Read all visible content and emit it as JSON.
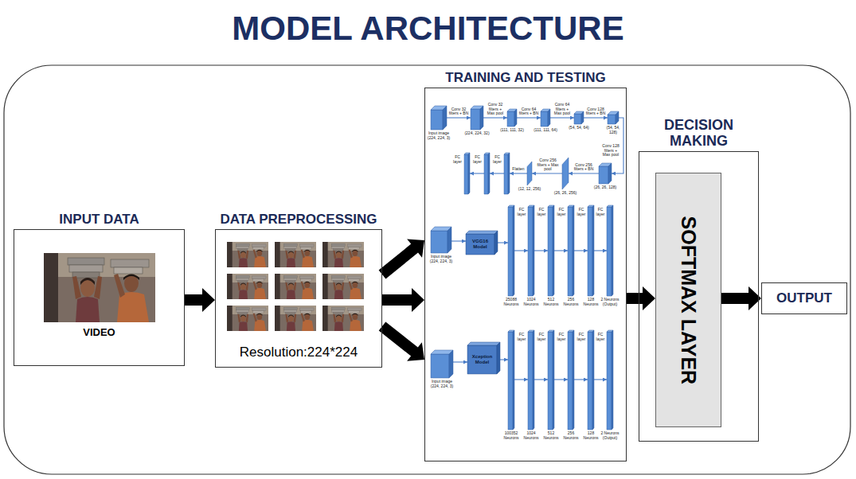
{
  "diagram": {
    "title": "MODEL ARCHITECTURE",
    "nodes": [
      {
        "text": [
          "INPUT DATA",
          "VIDEO"
        ]
      },
      {
        "text": [
          "DATA PREPROCESSING",
          "Resolution:224*224"
        ]
      },
      {
        "text": [
          "TRAINING AND TESTING"
        ]
      },
      {
        "text": [
          "Input image (224, 224, 3)"
        ],
        "in": 2
      },
      {
        "text": [
          "(224, 224, 32)"
        ],
        "in": 2
      },
      {
        "text": [
          "(111, 111, 32)"
        ],
        "in": 2
      },
      {
        "text": [
          "(111, 111, 64)"
        ],
        "in": 2
      },
      {
        "text": [
          "(54, 54, 64)"
        ],
        "in": 2
      },
      {
        "text": [
          "(54, 54, 128)"
        ],
        "in": 2
      },
      {
        "text": [
          "(26, 26, 128)"
        ],
        "in": 2
      },
      {
        "text": [
          "(26, 26, 256)"
        ],
        "in": 2
      },
      {
        "text": [
          "(12, 12, 256)"
        ],
        "in": 2
      },
      {
        "text": [
          "FC layer"
        ],
        "in": 2
      },
      {
        "text": [
          "FC layer"
        ],
        "in": 2
      },
      {
        "text": [
          "FC layer"
        ],
        "in": 2
      },
      {
        "text": [
          "Input image (224, 224, 3)"
        ],
        "in": 2
      },
      {
        "text": [
          "VGG16 Model"
        ],
        "in": 2
      },
      {
        "text": [
          "25088 Neurons"
        ],
        "in": 2
      },
      {
        "text": [
          "FC layer",
          "1024 Neurons"
        ],
        "in": 2
      },
      {
        "text": [
          "FC layer",
          "512 Neurons"
        ],
        "in": 2
      },
      {
        "text": [
          "FC layer",
          "256 Neurons"
        ],
        "in": 2
      },
      {
        "text": [
          "FC layer",
          "128 Neurons"
        ],
        "in": 2
      },
      {
        "text": [
          "FC layer",
          "2 Neurons (Output)"
        ],
        "in": 2
      },
      {
        "text": [
          "Input image (224, 224, 3)"
        ],
        "in": 2
      },
      {
        "text": [
          "Xception Model"
        ],
        "in": 2
      },
      {
        "text": [
          "100352 Neurons"
        ],
        "in": 2
      },
      {
        "text": [
          "FC layer",
          "1024 Neurons"
        ],
        "in": 2
      },
      {
        "text": [
          "FC layer",
          "512 Neurons"
        ],
        "in": 2
      },
      {
        "text": [
          "FC layer",
          "256 Neurons"
        ],
        "in": 2
      },
      {
        "text": [
          "FC layer",
          "128 Neurons"
        ],
        "in": 2
      },
      {
        "text": [
          "FC layer",
          "2 Neurons (Output)"
        ],
        "in": 2
      },
      {
        "text": [
          "DECISION MAKING"
        ]
      },
      {
        "text": [
          "SOFTMAX LAYER"
        ],
        "in": 31
      },
      {
        "text": [
          "OUTPUT"
        ]
      }
    ],
    "edges": [
      {
        "from": 0,
        "to": 1,
        "arrow": "to"
      },
      {
        "from": 1,
        "to": 2,
        "arrow": "to"
      },
      {
        "from": 1,
        "to": 2,
        "arrow": "to"
      },
      {
        "from": 1,
        "to": 2,
        "arrow": "to"
      },
      {
        "from": 3,
        "to": 4,
        "label": "Conv 32 filters + BN",
        "arrow": "to"
      },
      {
        "from": 4,
        "to": 5,
        "label": "Conv 32 filters + Max pool",
        "arrow": "to"
      },
      {
        "from": 5,
        "to": 6,
        "label": "Conv 64 filters + BN",
        "arrow": "to"
      },
      {
        "from": 6,
        "to": 7,
        "label": "Conv 64 filters + Max pool",
        "arrow": "to"
      },
      {
        "from": 7,
        "to": 8,
        "label": "Conv 128 filters + BN",
        "arrow": "to"
      },
      {
        "from": 8,
        "to": 9,
        "label": "Conv 128 filters + Max pool",
        "arrow": "to"
      },
      {
        "from": 9,
        "to": 10,
        "label": "Conv 256 filters + BN",
        "arrow": "to"
      },
      {
        "from": 10,
        "to": 11,
        "label": "Conv 256 filters + Max pool",
        "arrow": "to"
      },
      {
        "from": 11,
        "to": 12,
        "label": "Flatten",
        "arrow": "to"
      },
      {
        "from": 12,
        "to": 13,
        "arrow": "to"
      },
      {
        "from": 13,
        "to": 14,
        "arrow": "to"
      },
      {
        "from": 15,
        "to": 16,
        "arrow": "to"
      },
      {
        "from": 16,
        "to": 17,
        "arrow": "to"
      },
      {
        "from": 17,
        "to": 18,
        "arrow": "to"
      },
      {
        "from": 18,
        "to": 19,
        "arrow": "to"
      },
      {
        "from": 19,
        "to": 20,
        "arrow": "to"
      },
      {
        "from": 20,
        "to": 21,
        "arrow": "to"
      },
      {
        "from": 21,
        "to": 22,
        "arrow": "to"
      },
      {
        "from": 23,
        "to": 24,
        "arrow": "to"
      },
      {
        "from": 24,
        "to": 25,
        "arrow": "to"
      },
      {
        "from": 25,
        "to": 26,
        "arrow": "to"
      },
      {
        "from": 26,
        "to": 27,
        "arrow": "to"
      },
      {
        "from": 27,
        "to": 28,
        "arrow": "to"
      },
      {
        "from": 28,
        "to": 29,
        "arrow": "to"
      },
      {
        "from": 29,
        "to": 30,
        "arrow": "to"
      },
      {
        "from": 2,
        "to": 32,
        "arrow": "to"
      },
      {
        "from": 32,
        "to": 33,
        "arrow": "to"
      }
    ]
  }
}
